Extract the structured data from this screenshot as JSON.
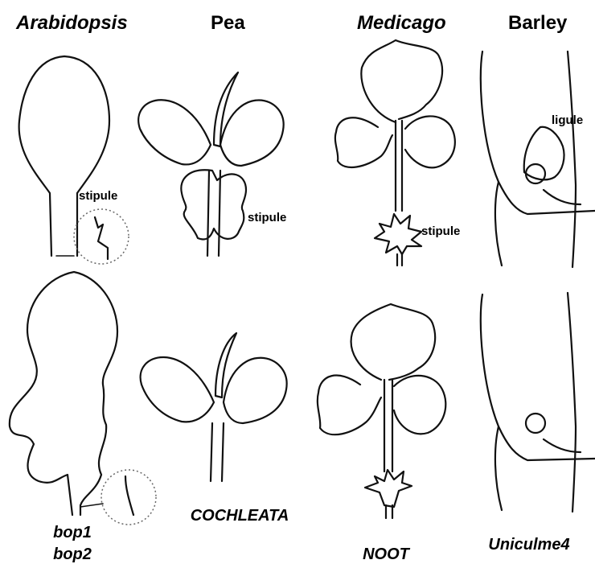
{
  "columns": {
    "arabidopsis": "Arabidopsis",
    "pea": "Pea",
    "medicago": "Medicago",
    "barley": "Barley"
  },
  "labels": {
    "stipule_arabidopsis": "stipule",
    "stipule_pea": "stipule",
    "stipule_medicago": "stipule",
    "ligule_barley": "ligule"
  },
  "mutants": {
    "arabidopsis_line1": "bop1",
    "arabidopsis_line2": "bop2",
    "pea": "COCHLEATA",
    "medicago": "NOOT",
    "barley": "Uniculme4"
  }
}
